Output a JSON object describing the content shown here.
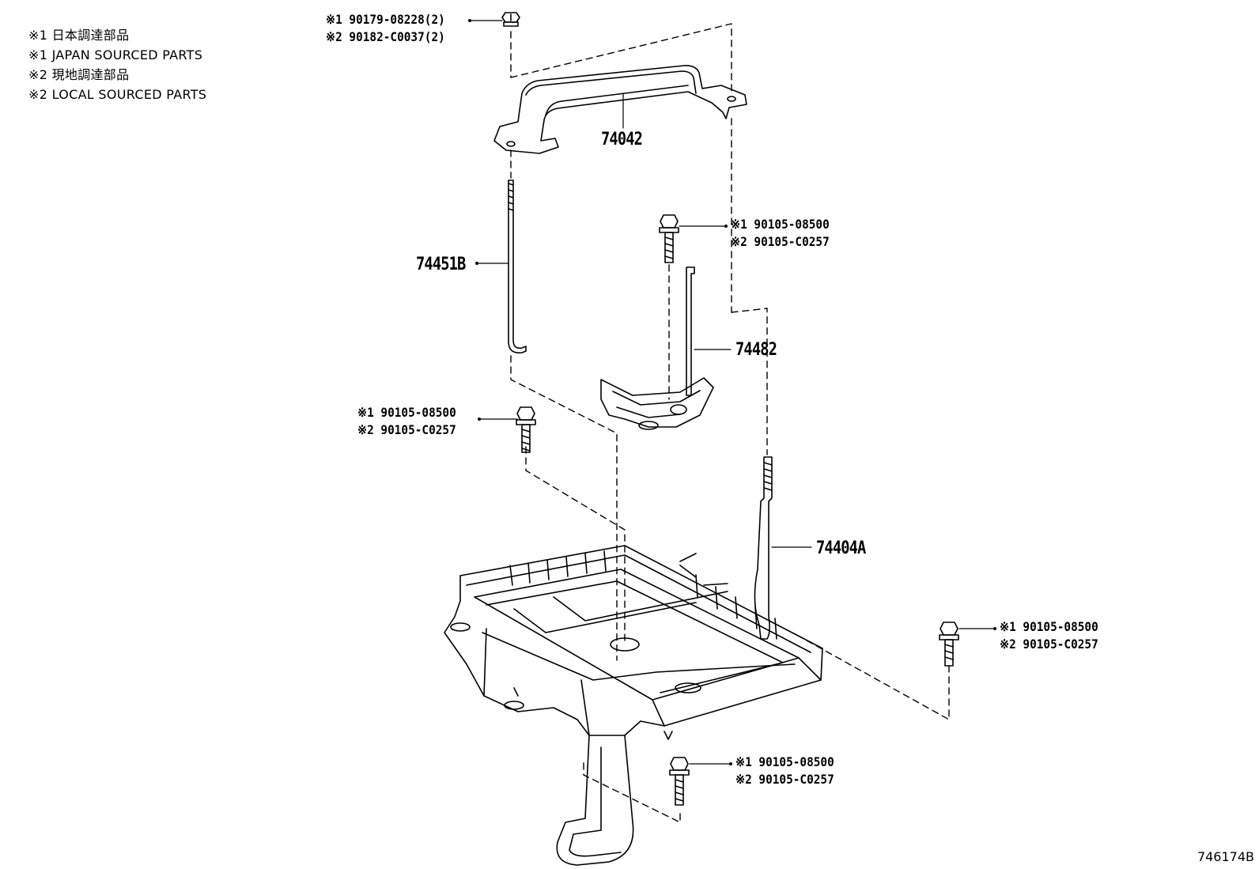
{
  "legend": [
    "※1 日本調達部品",
    "※1 JAPAN SOURCED PARTS",
    "※2 現地調達部品",
    "※2 LOCAL SOURCED PARTS"
  ],
  "parts": {
    "clamp": "74042",
    "rod": "74451B",
    "hold_down": "74482",
    "tray_bolt": "74404A"
  },
  "callouts": {
    "top_nut": [
      "※1 90179-08228(2)",
      "※2 90182-C0037(2)"
    ],
    "mid_bolt": [
      "※1 90105-08500",
      "※2 90105-C0257"
    ],
    "left_bolt": [
      "※1 90105-08500",
      "※2 90105-C0257"
    ],
    "right_bolt": [
      "※1 90105-08500",
      "※2 90105-C0257"
    ],
    "bottom_bolt": [
      "※1 90105-08500",
      "※2 90105-C0257"
    ]
  },
  "illustration_code": "746174B"
}
